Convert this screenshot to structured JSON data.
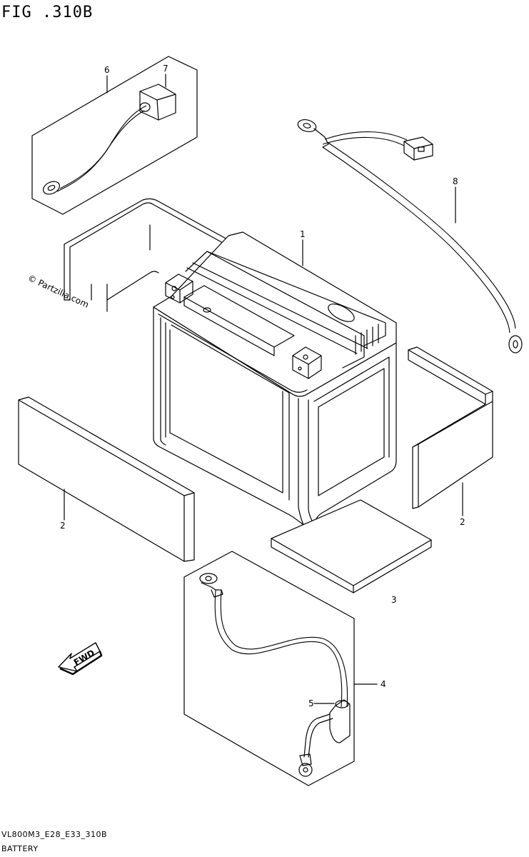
{
  "figure": {
    "title": "FIG .310B",
    "model_code": "VL800M3_E28_E33_310B",
    "section_name": "BATTERY"
  },
  "watermark": "© Partzilla.com",
  "direction_marker": "FWD",
  "callouts": [
    "1",
    "2",
    "2",
    "3",
    "4",
    "5",
    "6",
    "7",
    "8"
  ]
}
